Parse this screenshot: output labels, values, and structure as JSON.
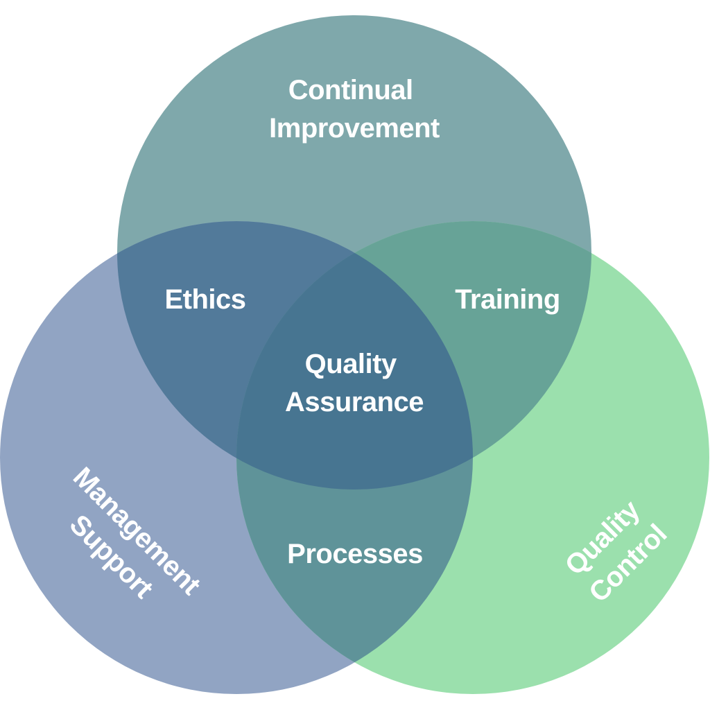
{
  "diagram": {
    "type": "venn",
    "circles": [
      {
        "id": "top",
        "label_lines": [
          "Continual",
          "Improvement"
        ],
        "color": "#7fa8ab"
      },
      {
        "id": "left",
        "label_lines": [
          "Management",
          "Support"
        ],
        "color": "#91a4c3"
      },
      {
        "id": "right",
        "label_lines": [
          "Quality",
          "Control"
        ],
        "color": "#9be0ad"
      }
    ],
    "intersections": {
      "top_left": {
        "label": "Ethics",
        "color": "#527a9a"
      },
      "top_right": {
        "label": "Training",
        "color": "#67a397"
      },
      "left_right": {
        "label": "Processes",
        "color": "#5f9399"
      },
      "center": {
        "label_lines": [
          "Quality",
          "Assurance"
        ],
        "color": "#477591"
      }
    },
    "background": "#ffffff",
    "text_color": "#ffffff"
  }
}
